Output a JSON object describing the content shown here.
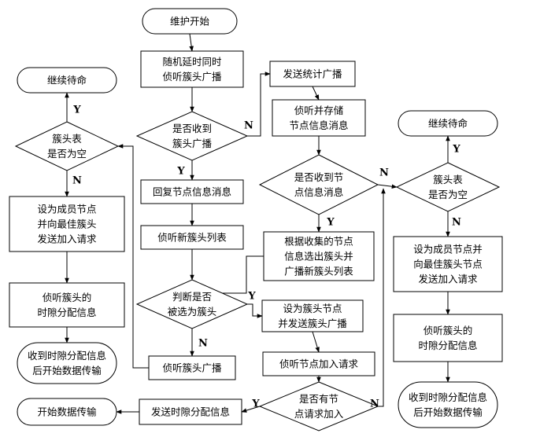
{
  "flowchart": {
    "nodes": {
      "start": [
        "维护开始"
      ],
      "listen_random": [
        "随机延时同时",
        "侦听簇头广播"
      ],
      "q_recv_head": [
        "是否收到",
        "簇头广播"
      ],
      "reply_info": [
        "回复节点信息消息"
      ],
      "listen_newlist": [
        "侦听新簇头列表"
      ],
      "q_selected": [
        "判断是否",
        "被选为簇头"
      ],
      "listen_head_bcast": [
        "侦听簇头广播"
      ],
      "send_stat": [
        "发送统计广播"
      ],
      "listen_store": [
        "侦听并存储",
        "节点信息消息"
      ],
      "q_recv_info": [
        "是否收到节",
        "点信息消息"
      ],
      "select_heads": [
        "根据收集的节点",
        "信息选出簇头并",
        "广播新簇头列表"
      ],
      "set_head": [
        "设为簇头节点",
        "并发送簇头广播"
      ],
      "listen_join": [
        "侦听节点加入请求"
      ],
      "q_join": [
        "是否有节",
        "点请求加入"
      ],
      "send_slot": [
        "发送时隙分配信息"
      ],
      "start_tx_left": [
        "开始数据传输"
      ],
      "left_standby": [
        "继续待命"
      ],
      "left_q_empty": [
        "簇头表",
        "是否为空"
      ],
      "left_set_member": [
        "设为成员节点",
        "并向最佳簇头",
        "发送加入请求"
      ],
      "left_listen_slot": [
        "侦听簇头的",
        "时隙分配信息"
      ],
      "left_recv_slot": [
        "收到时隙分配信息",
        "后开始数据传输"
      ],
      "right_standby": [
        "继续待命"
      ],
      "right_q_empty": [
        "簇头表",
        "是否为空"
      ],
      "right_set_member": [
        "设为成员节点并",
        "向最佳簇头节点",
        "发送加入请求"
      ],
      "right_listen_slot": [
        "侦听簇头的",
        "时隙分配信息"
      ],
      "right_recv_slot": [
        "收到时隙分配信息",
        "后开始数据传输"
      ]
    },
    "edge_labels": {
      "recv_head_no": "N",
      "recv_head_yes": "Y",
      "selected_yes": "Y",
      "selected_no": "N",
      "recv_info_no": "N",
      "recv_info_yes": "Y",
      "join_yes": "Y",
      "join_no": "N",
      "left_empty_yes": "Y",
      "left_empty_no": "N",
      "right_empty_yes": "Y",
      "right_empty_no": "N"
    }
  }
}
